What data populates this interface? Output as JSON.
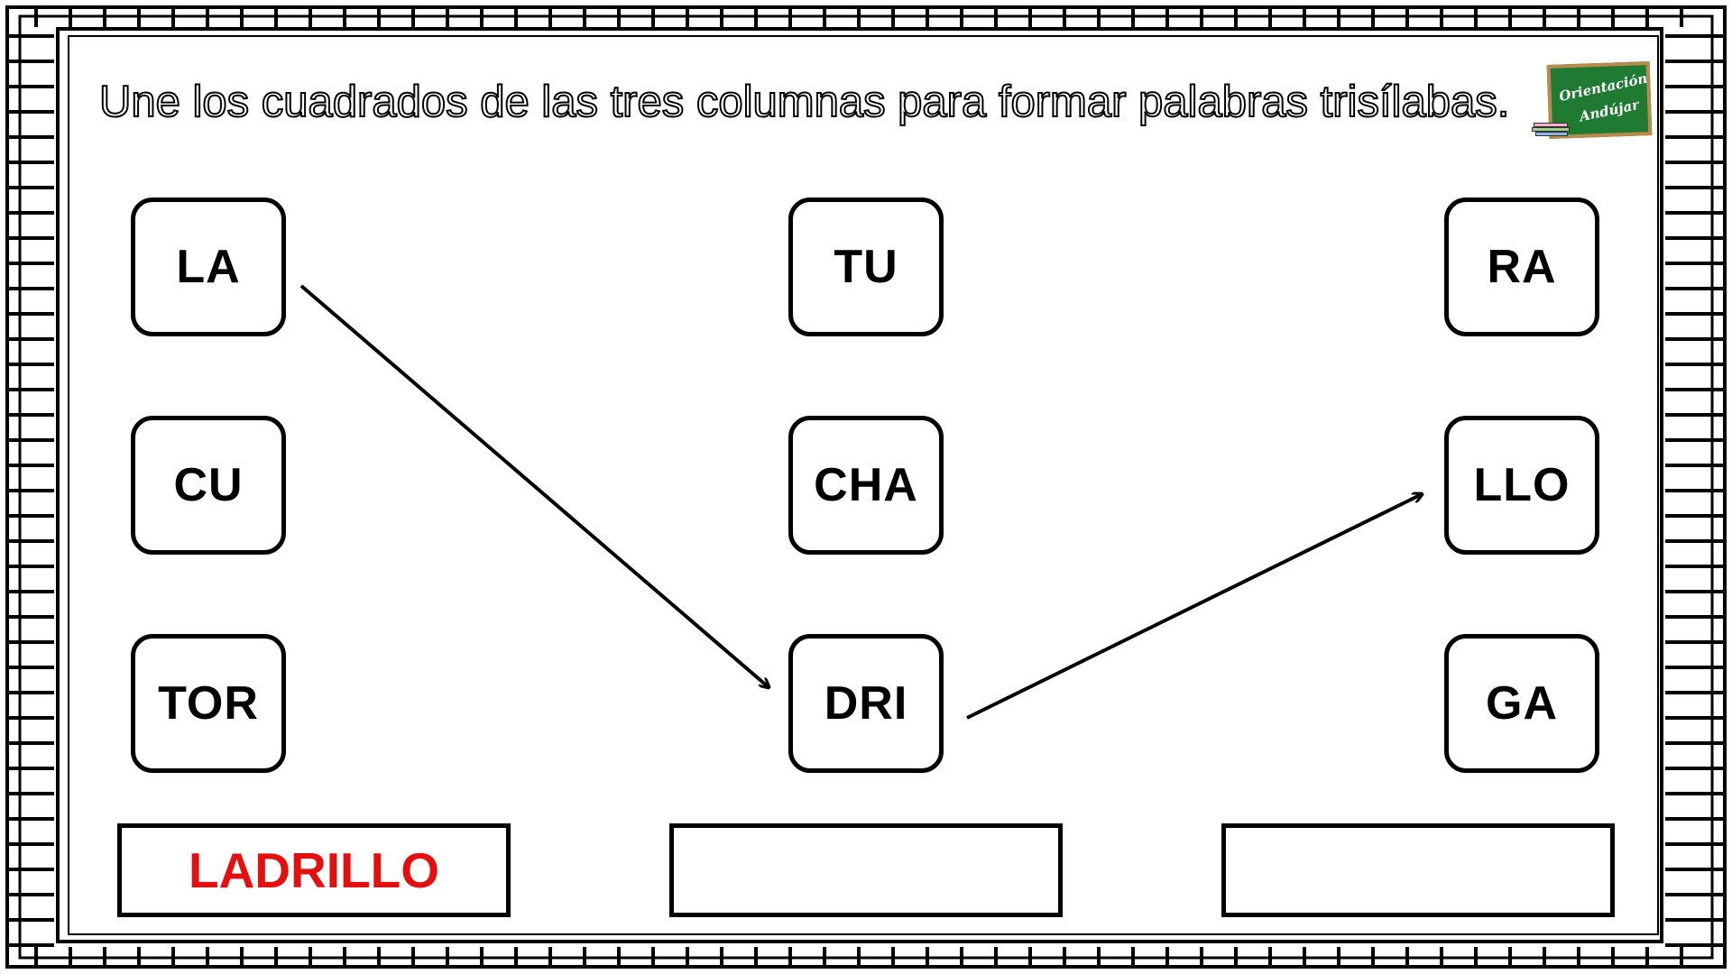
{
  "instruction": "Une los cuadrados de las tres columnas para formar palabras trisílabas.",
  "logo": {
    "line1": "Orientación",
    "line2": "Andújar"
  },
  "columns": [
    {
      "syllables": [
        "LA",
        "CU",
        "TOR"
      ]
    },
    {
      "syllables": [
        "TU",
        "CHA",
        "DRI"
      ]
    },
    {
      "syllables": [
        "RA",
        "LLO",
        "GA"
      ]
    }
  ],
  "answers": [
    "LADRILLO",
    "",
    ""
  ],
  "colors": {
    "answer_text": "#e41010",
    "border": "#000000",
    "logo_board": "#1f7a32"
  },
  "icons": {
    "logo": "chalkboard-icon"
  }
}
